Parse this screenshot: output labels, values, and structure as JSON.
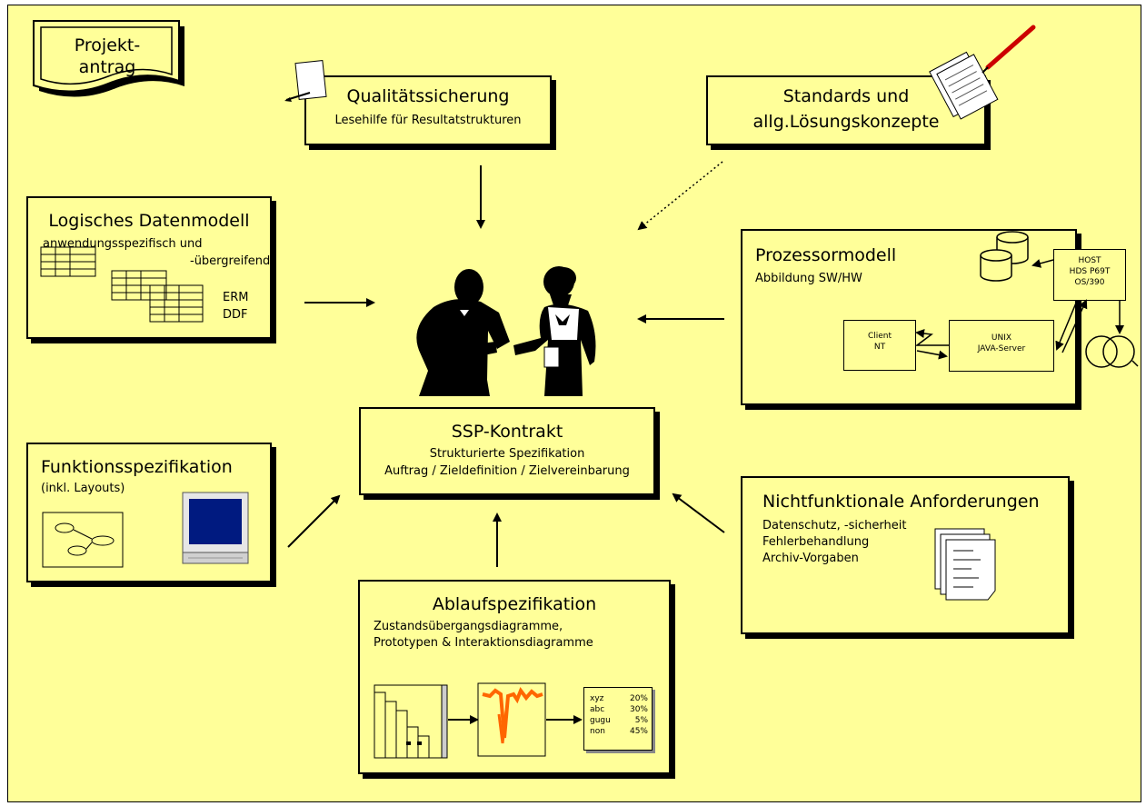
{
  "projektantrag": {
    "line1": "Projekt-",
    "line2": "antrag"
  },
  "qualitaet": {
    "title": "Qualitätssicherung",
    "subtitle": "Lesehilfe für Resultatstrukturen"
  },
  "standards": {
    "line1": "Standards und",
    "line2": "allg.Lösungskonzepte"
  },
  "logisch": {
    "title": "Logisches Datenmodell",
    "line1": "anwendungsspezifisch und",
    "line2": "-übergreifend",
    "erm": "ERM",
    "ddf": "DDF"
  },
  "prozessor": {
    "title": "Prozessormodell",
    "subtitle": "Abbildung SW/HW",
    "client": [
      "Client",
      "NT"
    ],
    "unix": [
      "UNIX",
      "JAVA-Server"
    ],
    "host": [
      "HOST",
      "HDS P69T",
      "OS/390"
    ]
  },
  "ssp": {
    "title": "SSP-Kontrakt",
    "line1": "Strukturierte Spezifikation",
    "line2": "Auftrag / Zieldefinition / Zielvereinbarung"
  },
  "funktion": {
    "title": "Funktionsspezifikation",
    "subtitle": "(inkl. Layouts)"
  },
  "nichtfunk": {
    "title": "Nichtfunktionale Anforderungen",
    "line1": "Datenschutz, -sicherheit",
    "line2": "Fehlerbehandlung",
    "line3": "Archiv-Vorgaben"
  },
  "ablauf": {
    "title": "Ablaufspezifikation",
    "line1": "Zustandsübergangsdiagramme,",
    "line2": "Prototypen & Interaktionsdiagramme",
    "table": [
      {
        "name": "xyz",
        "pct": "20%"
      },
      {
        "name": "abc",
        "pct": "30%"
      },
      {
        "name": "gugu",
        "pct": "5%"
      },
      {
        "name": "non",
        "pct": "45%"
      }
    ]
  },
  "colors": {
    "background": "#ffff99",
    "chart_line": "#ff6600",
    "monitor_screen": "#001a80"
  }
}
